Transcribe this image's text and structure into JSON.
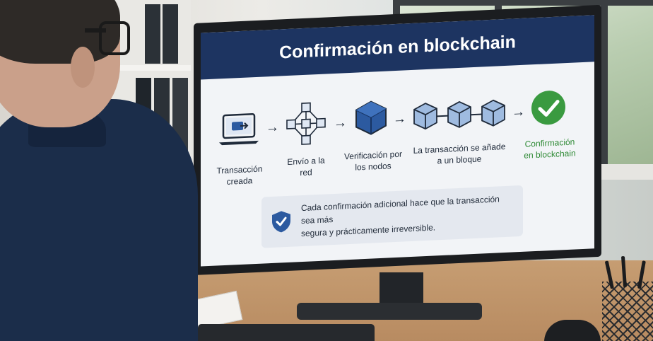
{
  "screen": {
    "title": "Confirmación en blockchain",
    "steps": [
      {
        "label_line1": "Transacción",
        "label_line2": "creada",
        "icon": "laptop-icon"
      },
      {
        "label_line1": "Envío a la",
        "label_line2": "red",
        "icon": "network-icon"
      },
      {
        "label_line1": "Verificación por",
        "label_line2": "los nodos",
        "icon": "cube-icon"
      },
      {
        "label_line1": "La transacción se añade",
        "label_line2": "a un bloque",
        "icon": "chain-blocks-icon"
      },
      {
        "label_line1": "Confirmación",
        "label_line2": "en blockchain",
        "icon": "check-circle-icon"
      }
    ],
    "note": {
      "icon": "shield-check-icon",
      "text_line1": "Cada confirmación adicional hace que la transacción sea más",
      "text_line2": "segura y prácticamente irreversible."
    }
  },
  "colors": {
    "header": "#1d3461",
    "accent_blue": "#2c5aa0",
    "confirm_green": "#3a9a40"
  }
}
